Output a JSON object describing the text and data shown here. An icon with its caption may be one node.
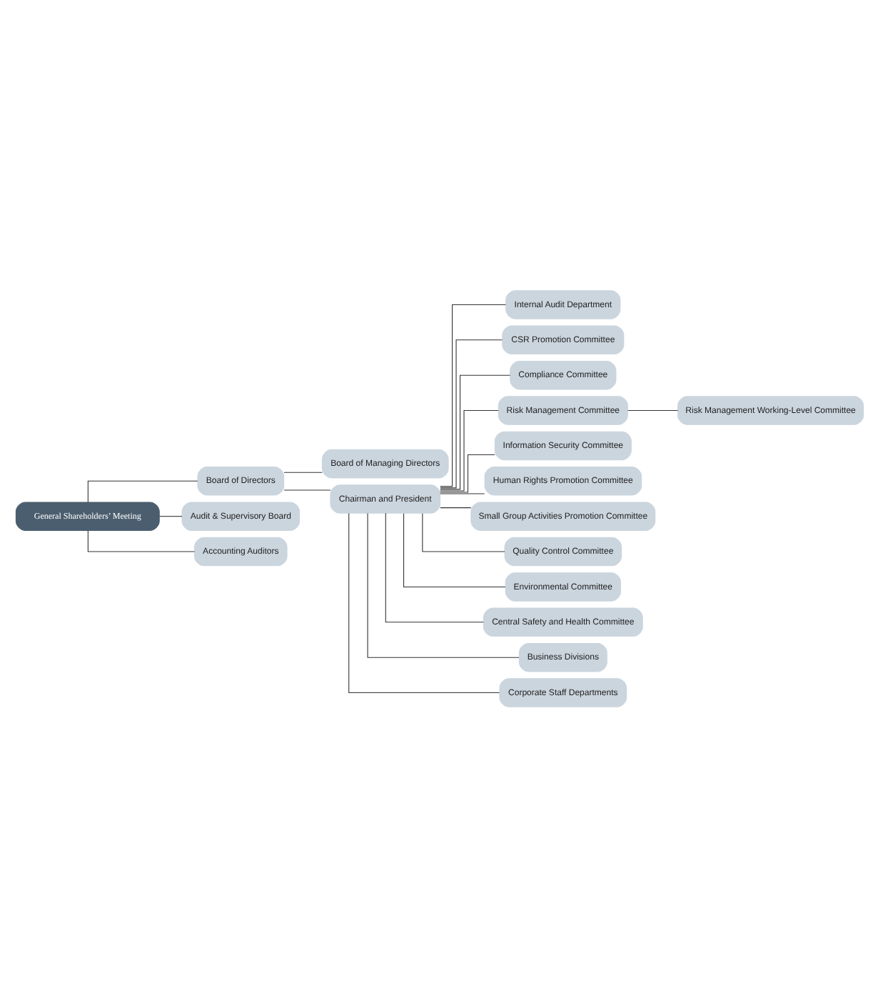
{
  "diagram": {
    "nodes": [
      {
        "text": [
          "General Shareholders’ Meeting"
        ]
      },
      {
        "text": [
          "Board of Directors"
        ]
      },
      {
        "text": [
          "Audit & Supervisory Board"
        ]
      },
      {
        "text": [
          "Accounting Auditors"
        ]
      },
      {
        "text": [
          "Board of Managing Directors"
        ]
      },
      {
        "text": [
          "Chairman and President"
        ]
      },
      {
        "text": [
          "Internal Audit Department"
        ]
      },
      {
        "text": [
          "CSR Promotion Committee"
        ]
      },
      {
        "text": [
          "Compliance Committee"
        ]
      },
      {
        "text": [
          "Risk Management Committee"
        ]
      },
      {
        "text": [
          "Risk Management Working-Level Committee"
        ]
      },
      {
        "text": [
          "Information Security Committee"
        ]
      },
      {
        "text": [
          "Human Rights Promotion Committee"
        ]
      },
      {
        "text": [
          "Small Group Activities Promotion Committee"
        ]
      },
      {
        "text": [
          "Quality Control Committee"
        ]
      },
      {
        "text": [
          "Environmental Committee"
        ]
      },
      {
        "text": [
          "Central Safety and Health Committee"
        ]
      },
      {
        "text": [
          "Business Divisions"
        ]
      },
      {
        "text": [
          "Corporate Staff Departments"
        ]
      }
    ],
    "edges": [
      {
        "from": 0,
        "to": 1,
        "arrow": "none"
      },
      {
        "from": 0,
        "to": 2,
        "arrow": "none"
      },
      {
        "from": 0,
        "to": 3,
        "arrow": "none"
      },
      {
        "from": 1,
        "to": 4,
        "arrow": "none"
      },
      {
        "from": 1,
        "to": 5,
        "arrow": "none"
      },
      {
        "from": 5,
        "to": 6,
        "arrow": "none"
      },
      {
        "from": 5,
        "to": 7,
        "arrow": "none"
      },
      {
        "from": 5,
        "to": 8,
        "arrow": "none"
      },
      {
        "from": 5,
        "to": 9,
        "arrow": "none"
      },
      {
        "from": 9,
        "to": 10,
        "arrow": "none"
      },
      {
        "from": 5,
        "to": 11,
        "arrow": "none"
      },
      {
        "from": 5,
        "to": 12,
        "arrow": "none"
      },
      {
        "from": 5,
        "to": 13,
        "arrow": "none"
      },
      {
        "from": 5,
        "to": 14,
        "arrow": "none"
      },
      {
        "from": 5,
        "to": 15,
        "arrow": "none"
      },
      {
        "from": 5,
        "to": 16,
        "arrow": "none"
      },
      {
        "from": 5,
        "to": 17,
        "arrow": "none"
      },
      {
        "from": 5,
        "to": 18,
        "arrow": "none"
      }
    ]
  }
}
